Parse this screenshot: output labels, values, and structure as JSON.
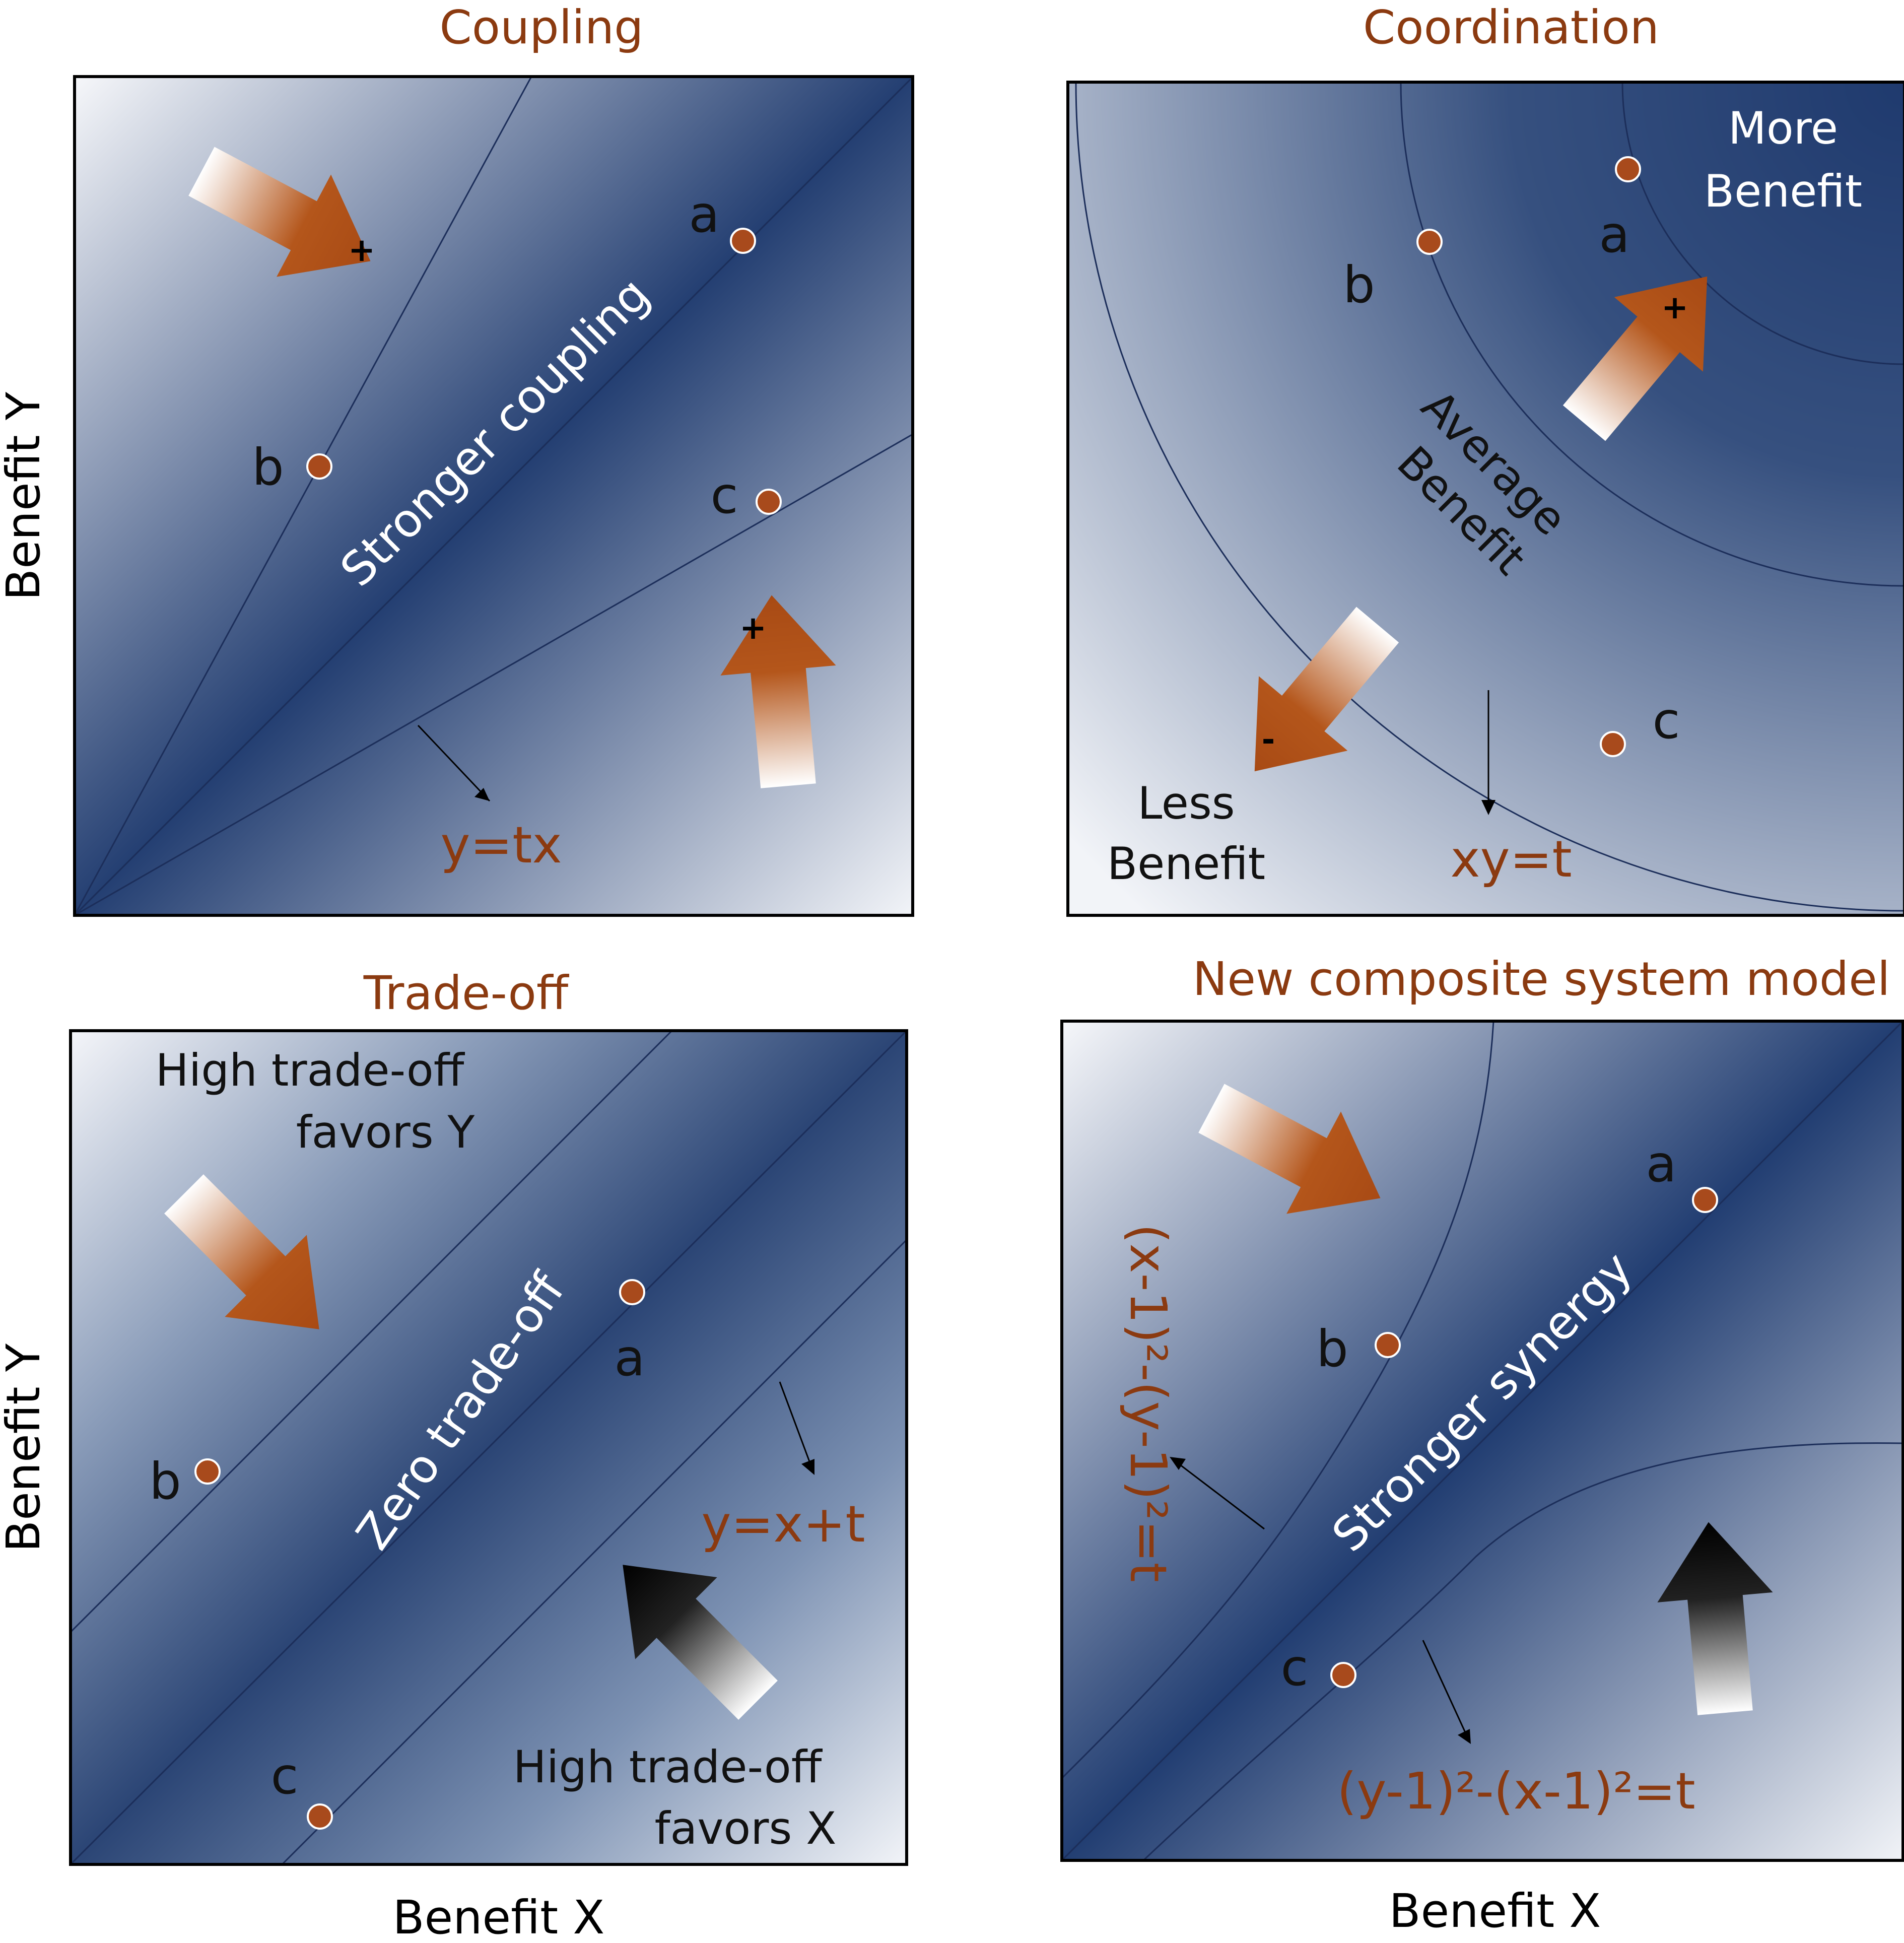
{
  "axes": {
    "x_label": "Benefit X",
    "y_label": "Benefit Y"
  },
  "panels": {
    "coupling": {
      "title": "Coupling",
      "band_label": "Stronger coupling",
      "equation": "y=tx",
      "points": [
        "a",
        "b",
        "c"
      ],
      "signs": [
        "+",
        "+"
      ]
    },
    "coordination": {
      "title": "Coordination",
      "more_label_1": "More",
      "more_label_2": "Benefit",
      "average_label_1": "Average",
      "average_label_2": "Benefit",
      "less_label_1": "Less",
      "less_label_2": "Benefit",
      "equation": "xy=t",
      "points": [
        "a",
        "b",
        "c"
      ],
      "signs": [
        "+",
        "-"
      ]
    },
    "tradeoff": {
      "title": "Trade-off",
      "top_label_1": "High trade-off",
      "top_label_2": "favors Y",
      "bottom_label_1": "High trade-off",
      "bottom_label_2": "favors X",
      "band_label": "Zero trade-off",
      "equation": "y=x+t",
      "points": [
        "a",
        "b",
        "c"
      ]
    },
    "composite": {
      "title": "New composite system model",
      "band_label": "Stronger synergy",
      "equation_upper": "(x-1)²-(y-1)²=t",
      "equation_lower": "(y-1)²-(x-1)²=t",
      "points": [
        "a",
        "b",
        "c"
      ]
    }
  },
  "colors": {
    "title": "#8b3a10",
    "dark_blue": "#1e3a6e",
    "light": "#f4f6fa",
    "arrow_orange": "#b4561b",
    "arrow_black": "#111111"
  }
}
